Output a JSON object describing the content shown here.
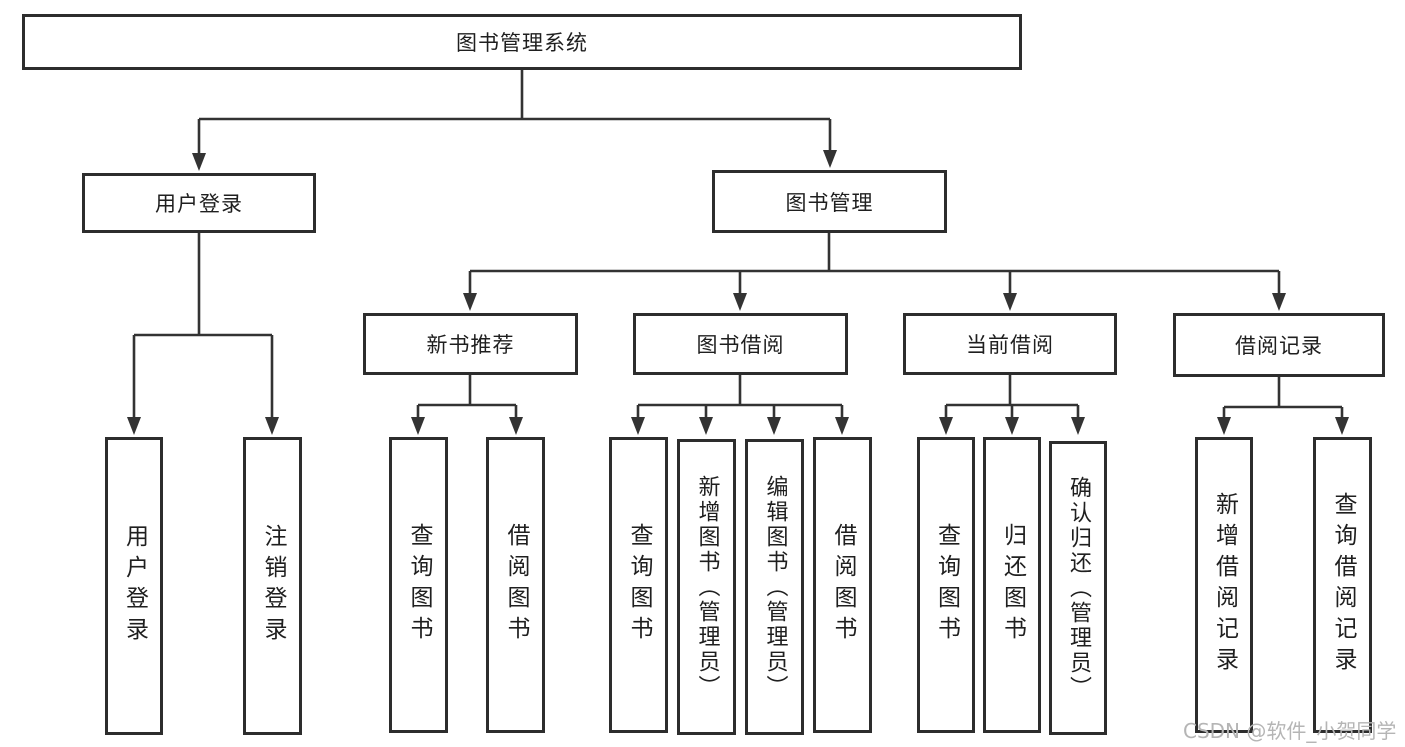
{
  "diagram": {
    "root": {
      "label": "图书管理系统"
    },
    "level2": {
      "user_login": {
        "label": "用户登录"
      },
      "book_management": {
        "label": "图书管理"
      }
    },
    "level3": {
      "new_book_recommend": {
        "label": "新书推荐"
      },
      "book_borrow": {
        "label": "图书借阅"
      },
      "current_borrow": {
        "label": "当前借阅"
      },
      "borrow_records": {
        "label": "借阅记录"
      }
    },
    "leaves": {
      "user_login": {
        "label": "用户登录"
      },
      "logout": {
        "label": "注销登录"
      },
      "rec_query_books": {
        "label": "查询图书"
      },
      "rec_borrow_books": {
        "label": "借阅图书"
      },
      "bb_query_books": {
        "label": "查询图书"
      },
      "bb_add_books": {
        "label": "新增图书（管理员）"
      },
      "bb_edit_books": {
        "label": "编辑图书（管理员）"
      },
      "bb_borrow_books": {
        "label": "借阅图书"
      },
      "cb_query_books": {
        "label": "查询图书"
      },
      "cb_return_books": {
        "label": "归还图书"
      },
      "cb_confirm_return": {
        "label": "确认归还（管理员）"
      },
      "br_add_record": {
        "label": "新增借阅记录"
      },
      "br_query_record": {
        "label": "查询借阅记录"
      }
    }
  },
  "watermark": {
    "label": "CSDN @软件_小贺同学"
  },
  "colors": {
    "line": "#333333",
    "box_border": "#2d2d2d",
    "text": "#1f1f1f",
    "watermark_text": "#b5b5b5",
    "background": "#ffffff"
  }
}
